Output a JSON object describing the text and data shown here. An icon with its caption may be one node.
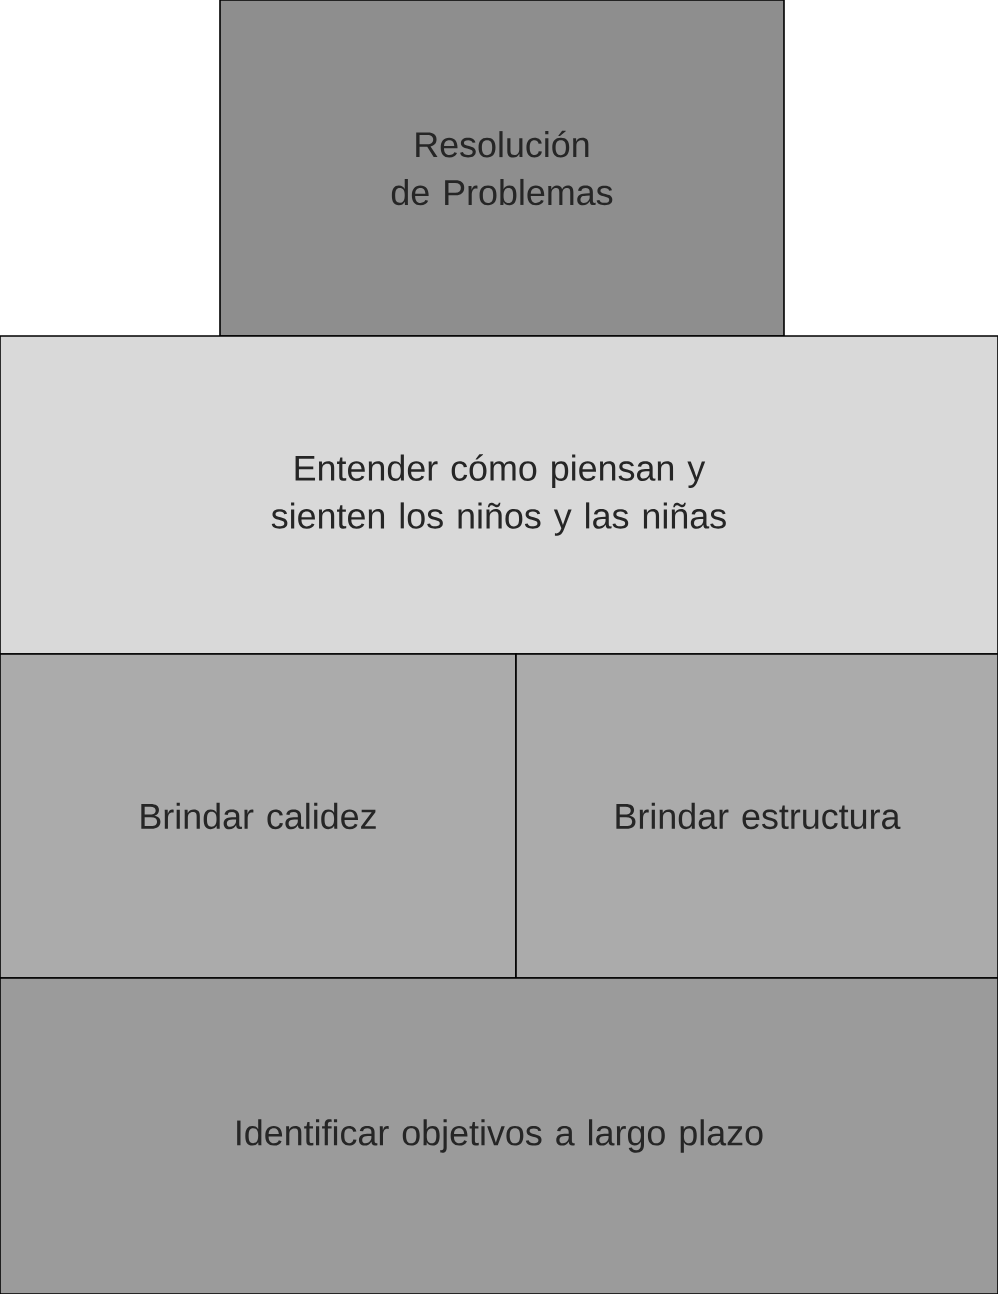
{
  "diagram": {
    "nodes": [
      {
        "text": [
          "Resolución de Problemas"
        ]
      },
      {
        "text": [
          "Entender cómo piensan y sienten los niños y las niñas"
        ]
      },
      {
        "text": [
          "Brindar calidez"
        ]
      },
      {
        "text": [
          "Brindar estructura"
        ]
      },
      {
        "text": [
          "Identificar objetivos a largo plazo"
        ]
      }
    ]
  }
}
